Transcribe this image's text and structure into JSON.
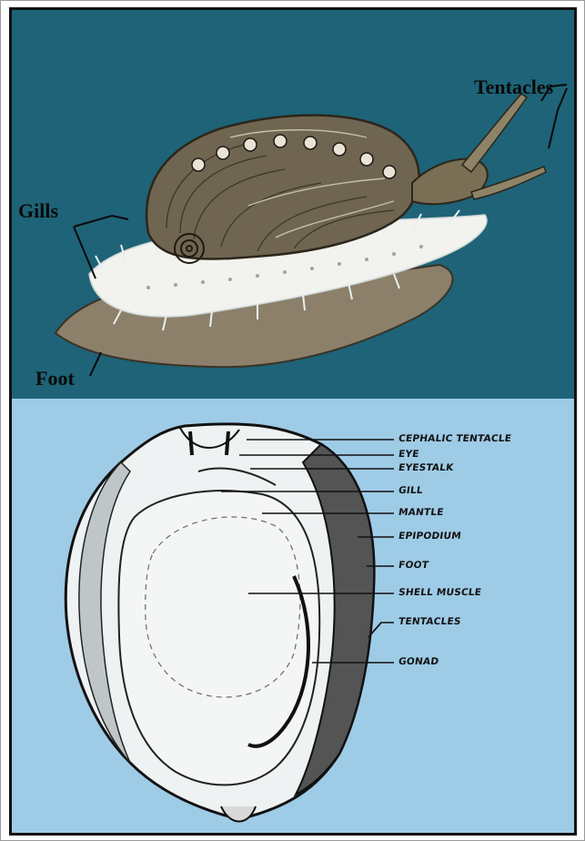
{
  "colors": {
    "top_background": "#1e6377",
    "bottom_background": "#9ecbe6",
    "label_text": "#111111"
  },
  "top_diagram": {
    "labels": {
      "tentacles": "Tentacles",
      "gills": "Gills",
      "foot": "Foot"
    }
  },
  "bottom_diagram": {
    "labels": [
      "CEPHALIC TENTACLE",
      "EYE",
      "EYESTALK",
      "GILL",
      "MANTLE",
      "EPIPODIUM",
      "FOOT",
      "SHELL MUSCLE",
      "TENTACLES",
      "GONAD"
    ]
  }
}
